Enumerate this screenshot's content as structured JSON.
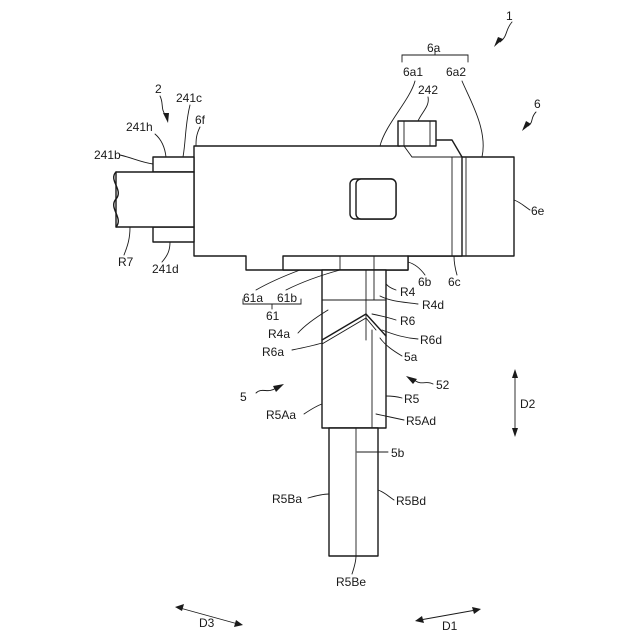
{
  "labels": {
    "ref_1": "1",
    "ref_2": "2",
    "ref_5": "5",
    "ref_6": "6",
    "ref_6a": "6a",
    "ref_6a1": "6a1",
    "ref_6a2": "6a2",
    "ref_242": "242",
    "ref_241c": "241c",
    "ref_241h": "241h",
    "ref_6f": "6f",
    "ref_241b": "241b",
    "ref_6e": "6e",
    "ref_R7": "R7",
    "ref_241d": "241d",
    "ref_6b": "6b",
    "ref_6c": "6c",
    "ref_R4": "R4",
    "ref_R4d": "R4d",
    "ref_61a": "61a",
    "ref_61b": "61b",
    "ref_61": "61",
    "ref_R6": "R6",
    "ref_R4a": "R4a",
    "ref_R6d": "R6d",
    "ref_R6a": "R6a",
    "ref_5a": "5a",
    "ref_52": "52",
    "ref_R5": "R5",
    "ref_R5Aa": "R5Aa",
    "ref_R5Ad": "R5Ad",
    "ref_D2": "D2",
    "ref_5b": "5b",
    "ref_R5Ba": "R5Ba",
    "ref_R5Bd": "R5Bd",
    "ref_R5Be": "R5Be",
    "ref_D3": "D3",
    "ref_D1": "D1"
  }
}
